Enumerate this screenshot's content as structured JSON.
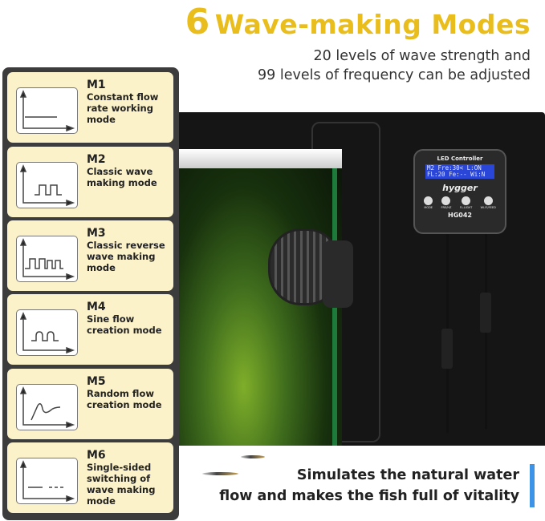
{
  "header": {
    "number": "6",
    "title": "Wave-making Modes",
    "subtitle_lines": [
      "20 levels of wave strength and",
      "99 levels of frequency can be adjusted"
    ]
  },
  "colors": {
    "title": "#e9bd1c",
    "panel": "#3c3c3c",
    "card": "#fcf2c9",
    "accent_bar": "#3d94e6"
  },
  "modes": [
    {
      "code": "M1",
      "desc": "Constant flow rate working mode",
      "icon": "constant-line-graph-icon"
    },
    {
      "code": "M2",
      "desc": "Classic wave making mode",
      "icon": "square-wave-graph-icon"
    },
    {
      "code": "M3",
      "desc": "Classic reverse wave making mode",
      "icon": "reverse-square-wave-graph-icon"
    },
    {
      "code": "M4",
      "desc": "Sine flow creation mode",
      "icon": "rounded-wave-graph-icon"
    },
    {
      "code": "M5",
      "desc": "Random flow creation mode",
      "icon": "random-curve-graph-icon"
    },
    {
      "code": "M6",
      "desc": "Single-sided switching of wave making mode",
      "icon": "dashed-line-graph-icon"
    }
  ],
  "controller": {
    "heading": "LED Controller",
    "lcd_lines": [
      "M2 Fre:30< L:ON",
      "FL:20 Fe:-- Wi:N"
    ],
    "brand": "hygger",
    "buttons": [
      "MODE",
      "FRE/HZ",
      "FL-LIGHT",
      "WI-FI/FEED"
    ],
    "model": "HG042"
  },
  "footer": {
    "lines": [
      "Simulates the natural water",
      "flow and makes the fish full of vitality"
    ]
  }
}
